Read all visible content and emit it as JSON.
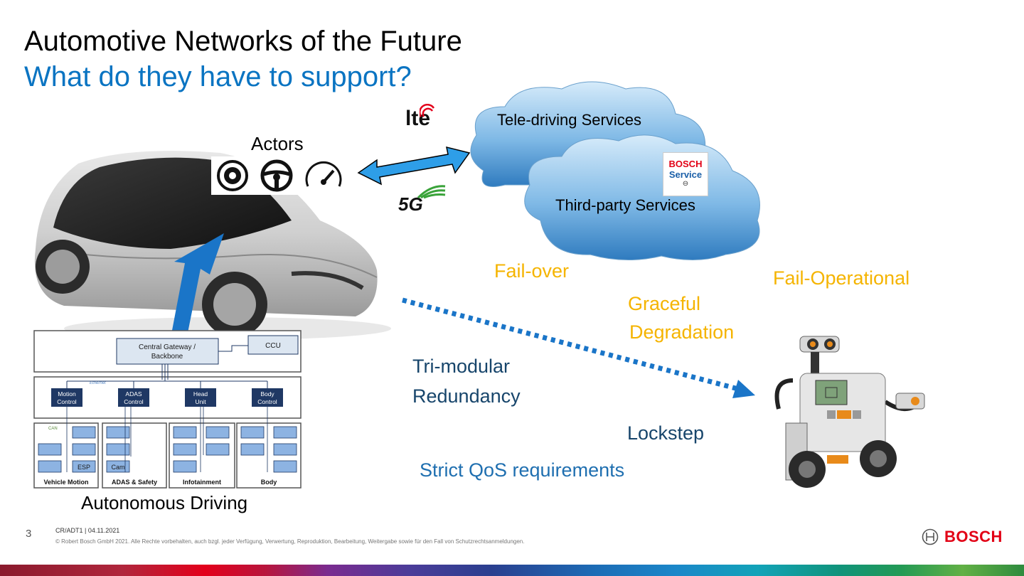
{
  "slide": {
    "title": "Automotive Networks of the Future",
    "subtitle": "What do they have to support?",
    "page_number": "3"
  },
  "actors": {
    "label": "Actors",
    "icons": [
      "brake-disc-icon",
      "steering-wheel-icon",
      "speedometer-icon"
    ]
  },
  "connectivity": {
    "lte_label": "lte",
    "fiveg_label": "5G"
  },
  "clouds": {
    "tele_driving": "Tele-driving Services",
    "third_party": "Third-party Services",
    "badge_line1": "BOSCH",
    "badge_line2": "Service"
  },
  "concepts": {
    "fail_over": "Fail-over",
    "fail_operational": "Fail-Operational",
    "graceful_1": "Graceful",
    "graceful_2": "Degradation",
    "tri_1": "Tri-modular",
    "tri_2": "Redundancy",
    "lockstep": "Lockstep",
    "qos": "Strict QoS requirements"
  },
  "diagram": {
    "gateway_1": "Central Gateway /",
    "gateway_2": "Backbone",
    "ccu": "CCU",
    "ethernet": "Ethernet",
    "can": "CAN",
    "controls": [
      {
        "l1": "Motion",
        "l2": "Control"
      },
      {
        "l1": "ADAS",
        "l2": "Control"
      },
      {
        "l1": "Head",
        "l2": "Unit"
      },
      {
        "l1": "Body",
        "l2": "Control"
      }
    ],
    "esp": "ESP",
    "cam": "Cam",
    "domains": [
      "Vehicle Motion",
      "ADAS & Safety",
      "Infotainment",
      "Body"
    ],
    "caption": "Autonomous Driving"
  },
  "footer": {
    "meta": "CR/ADT1 | 04.11.2021",
    "copyright": "© Robert Bosch GmbH 2021. Alle Rechte vorbehalten, auch bzgl. jeder Verfügung, Verwertung, Reproduktion, Bearbeitung, Weitergabe sowie für den Fall von Schutzrechtsanmeldungen.",
    "brand": "BOSCH"
  },
  "colors": {
    "accent_blue": "#0a74c2",
    "orange": "#f5b400",
    "dark_blue": "#17456b",
    "bosch_red": "#e20015"
  }
}
